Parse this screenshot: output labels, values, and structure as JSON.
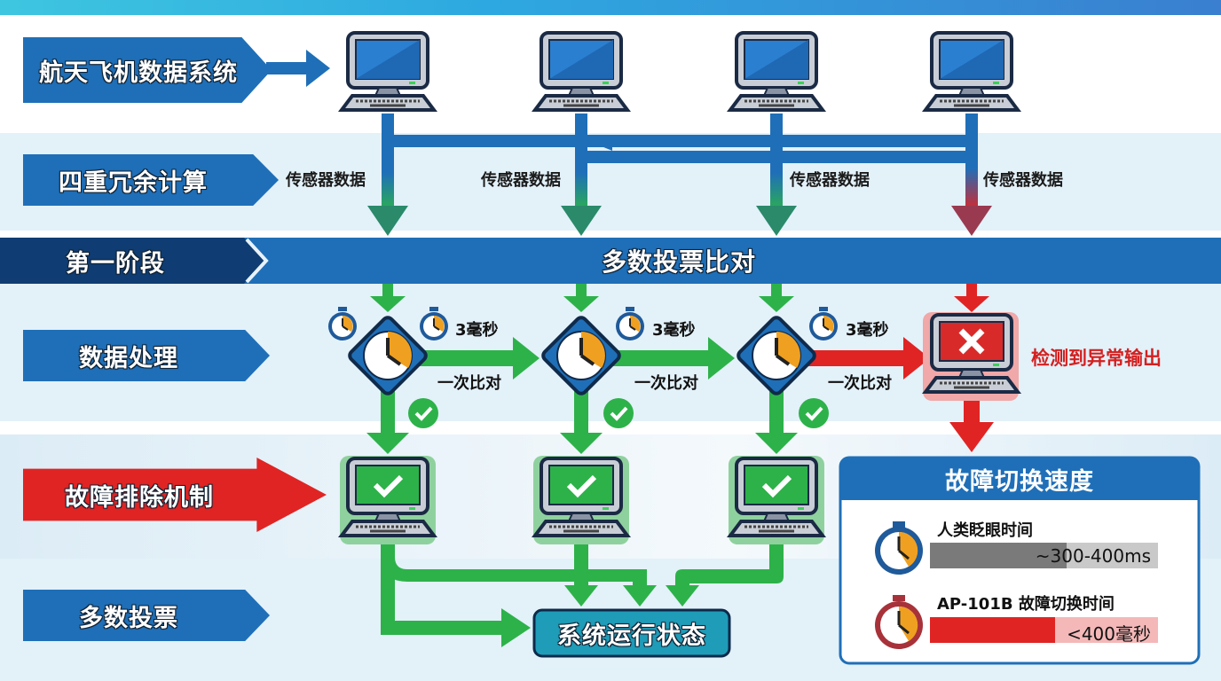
{
  "title": "航天飞机数据系统",
  "row_labels": {
    "system": "航天飞机数据系统",
    "redundancy": "四重冗余计算",
    "stage": "第一阶段",
    "processing": "数据处理",
    "fault_mechanism": "故障排除机制",
    "majority_vote": "多数投票"
  },
  "stage_banner": "多数投票比对",
  "sensor_labels": [
    "传感器数据",
    "传感器数据",
    "传感器数据",
    "传感器数据"
  ],
  "comparators": [
    {
      "time": "3毫秒",
      "compare": "一次比对",
      "status": "ok"
    },
    {
      "time": "3毫秒",
      "compare": "一次比对",
      "status": "ok"
    },
    {
      "time": "3毫秒",
      "compare": "一次比对",
      "status": "ok"
    }
  ],
  "fault_computer": {
    "label": "检测到异常输出",
    "icon": "x-icon"
  },
  "healthy_computers": [
    "check-icon",
    "check-icon",
    "check-icon"
  ],
  "status_box": "系统运行状态",
  "speed_panel": {
    "title": "故障切换速度",
    "items": [
      {
        "label": "人类眨眼时间",
        "value": "~300-400ms",
        "fill": 0.6,
        "color": "#7a7a7a",
        "track": "#c9c9c9"
      },
      {
        "label": "AP-101B 故障切换时间",
        "value": "<400毫秒",
        "fill": 0.55,
        "color": "#e02424",
        "track": "#f4b8b8"
      }
    ]
  },
  "colors": {
    "blue": "#1f6fb8",
    "dark_blue": "#0f3d73",
    "green": "#2db24a",
    "red": "#e02424",
    "teal": "#1f9cb8"
  }
}
